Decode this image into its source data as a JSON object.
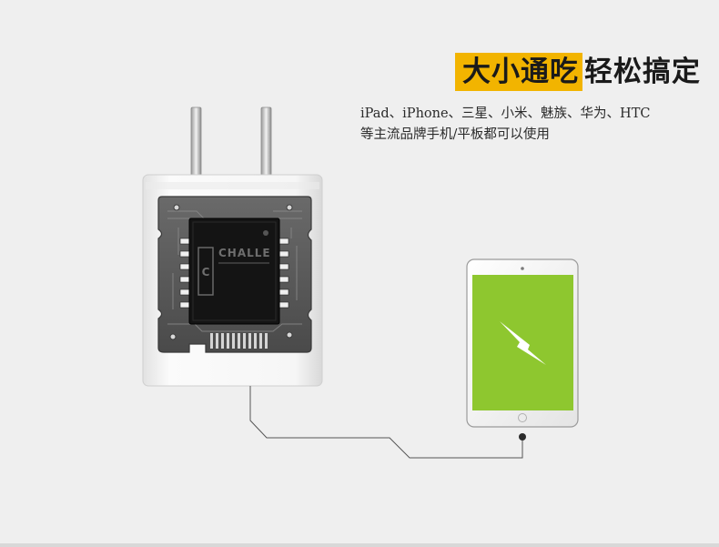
{
  "headline": {
    "highlight": "大小通吃",
    "rest": "轻松搞定"
  },
  "description": {
    "line1": "iPad、iPhone、三星、小米、魅族、华为、HTC",
    "line2": "等主流品牌手机/平板都可以使用"
  },
  "chip": {
    "brand": "CHALLE",
    "logo_char": "C"
  },
  "tablet": {
    "screen_color": "#8ec72f",
    "icon": "lightning-icon"
  },
  "colors": {
    "accent": "#f2b400",
    "text": "#1a1a1a",
    "background": "#efefef"
  }
}
